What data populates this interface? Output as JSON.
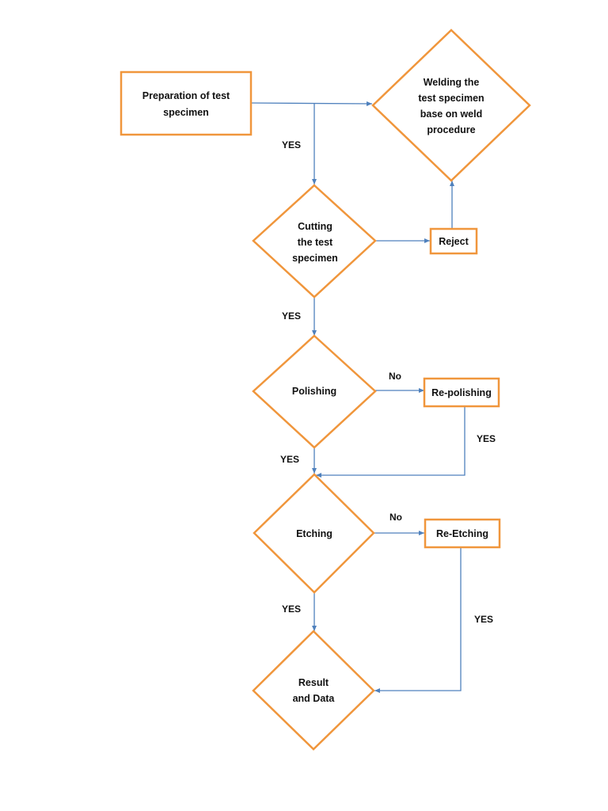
{
  "nodes": {
    "preparation": {
      "lines": [
        "Preparation of test",
        "specimen"
      ]
    },
    "welding": {
      "lines": [
        "Welding the",
        "test specimen",
        "base on weld",
        "procedure"
      ]
    },
    "cutting": {
      "lines": [
        "Cutting",
        "the test",
        "specimen"
      ]
    },
    "reject": {
      "lines": [
        "Reject"
      ]
    },
    "polishing": {
      "lines": [
        "Polishing"
      ]
    },
    "repolishing": {
      "lines": [
        "Re-polishing"
      ]
    },
    "etching": {
      "lines": [
        "Etching"
      ]
    },
    "reetching": {
      "lines": [
        "Re-Etching"
      ]
    },
    "result": {
      "lines": [
        "Result",
        "and Data"
      ]
    }
  },
  "edges": {
    "prep_to_cutting": "YES",
    "cutting_to_polishing": "YES",
    "polishing_to_repolishing": "No",
    "repolishing_back": "YES",
    "polishing_to_etching": "YES",
    "etching_to_reetching": "No",
    "etching_to_result": "YES",
    "reetching_to_result": "YES"
  },
  "colors": {
    "shape_stroke": "#f0963c",
    "arrow": "#4f81bd"
  }
}
